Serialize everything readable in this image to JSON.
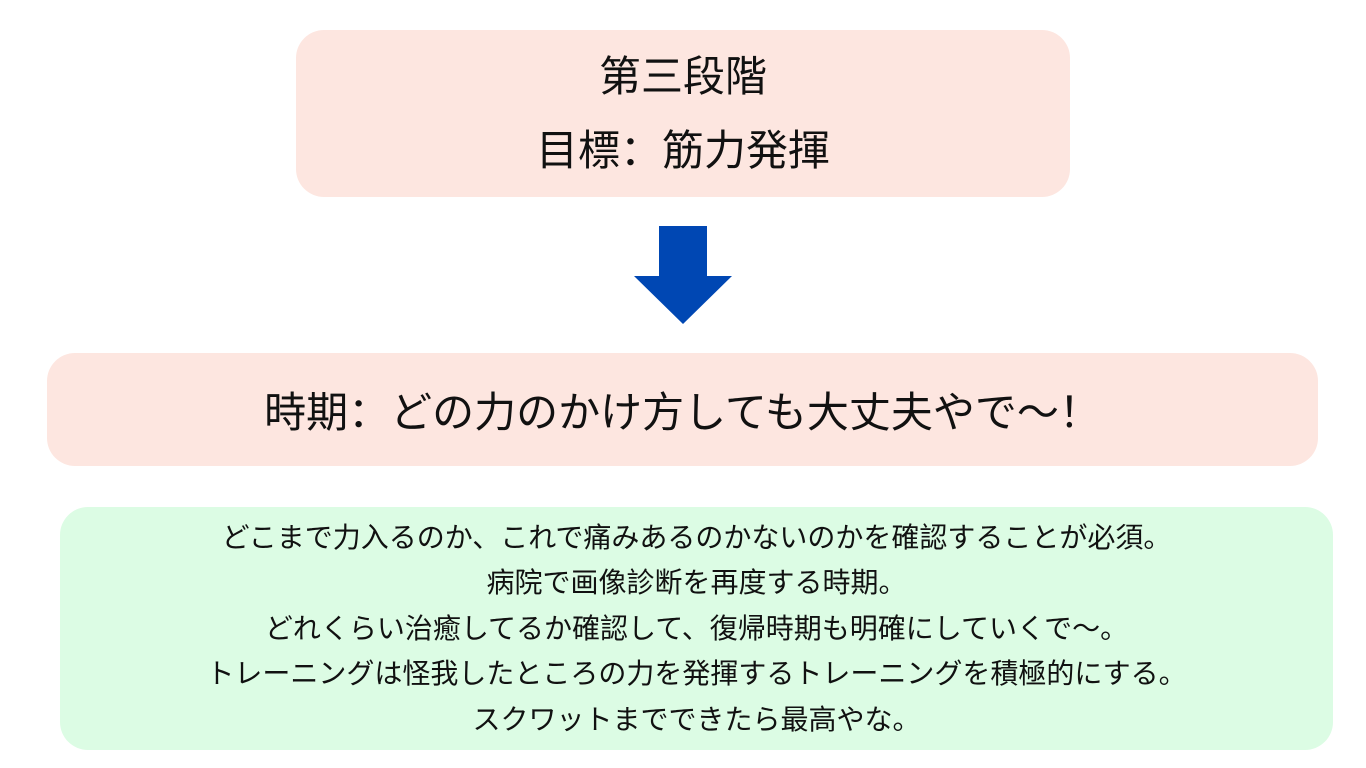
{
  "stage": {
    "title": "第三段階",
    "goal": "目標：筋力発揮"
  },
  "arrow": {
    "icon": "down-arrow-icon",
    "color": "#0047b3"
  },
  "period": {
    "text": "時期：どの力のかけ方しても大丈夫やで〜！"
  },
  "details": {
    "lines": [
      "どこまで力入るのか、これで痛みあるのかないのかを確認することが必須。",
      "病院で画像診断を再度する時期。",
      "どれくらい治癒してるか確認して、復帰時期も明確にしていくで〜。",
      "トレーニングは怪我したところの力を発揮するトレーニングを積極的にする。",
      "スクワットまでできたら最高やな。"
    ]
  },
  "colors": {
    "pink_box": "#fde6e0",
    "green_box": "#dcfce4",
    "arrow": "#0047b3"
  }
}
